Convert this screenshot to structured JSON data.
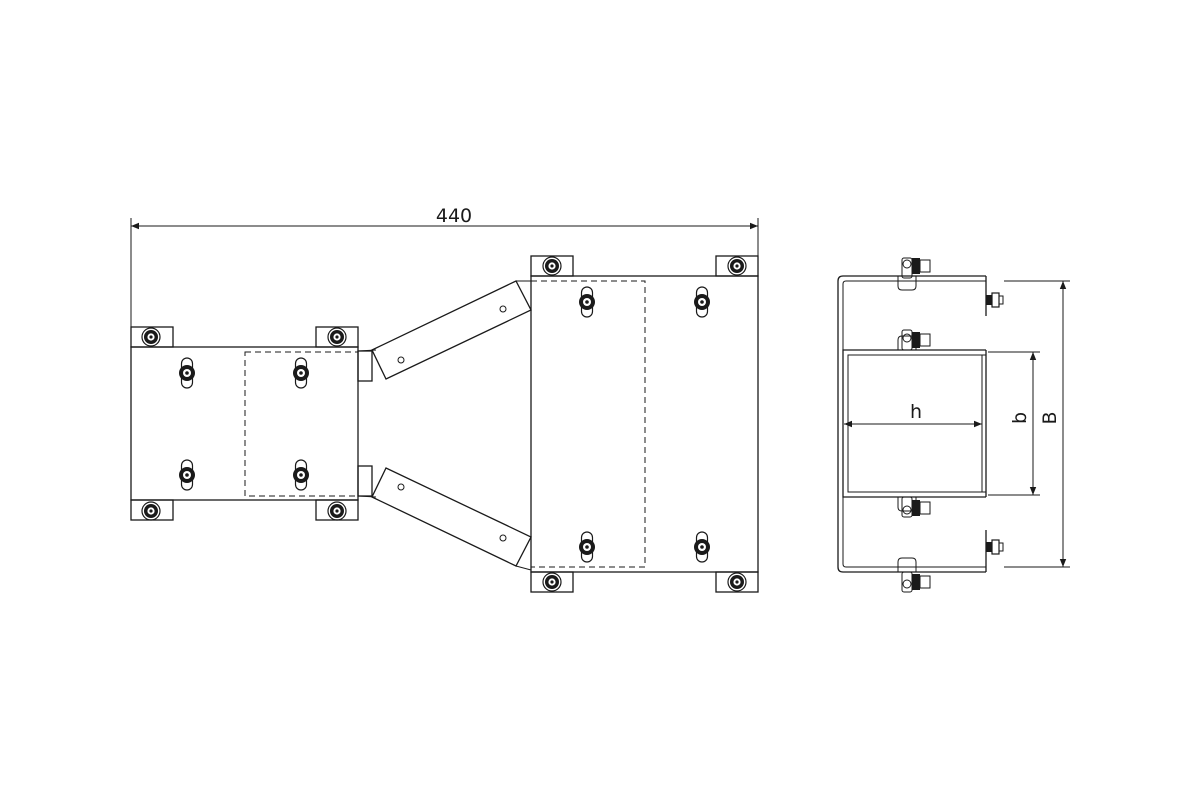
{
  "dimensions": {
    "overall_length": "440",
    "width_label": "h",
    "inner_height_label": "b",
    "outer_height_label": "B"
  },
  "colors": {
    "line": "#1a1a1a",
    "background": "#ffffff"
  }
}
